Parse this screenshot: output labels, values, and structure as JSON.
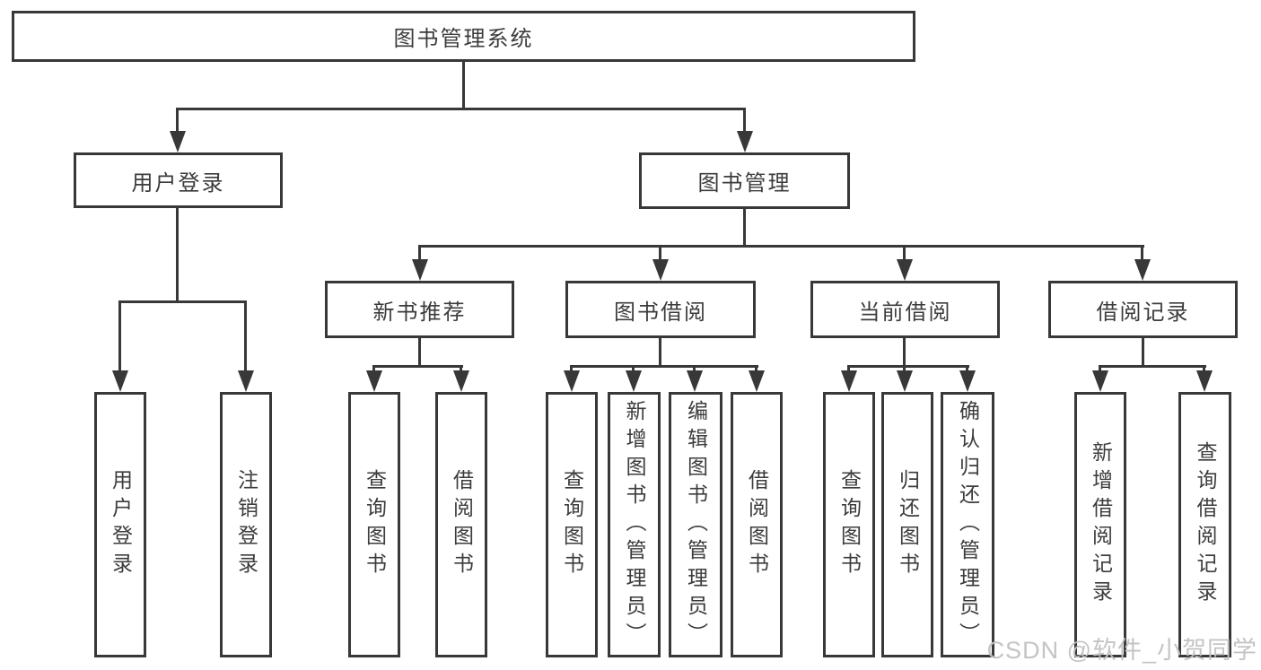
{
  "diagram": {
    "title": "图书管理系统",
    "tree": {
      "label": "图书管理系统",
      "children": [
        {
          "label": "用户登录",
          "children": [
            {
              "label": "用户登录"
            },
            {
              "label": "注销登录"
            }
          ]
        },
        {
          "label": "图书管理",
          "children": [
            {
              "label": "新书推荐",
              "children": [
                {
                  "label": "查询图书"
                },
                {
                  "label": "借阅图书"
                }
              ]
            },
            {
              "label": "图书借阅",
              "children": [
                {
                  "label": "查询图书"
                },
                {
                  "label": "新增图书（管理员）"
                },
                {
                  "label": "编辑图书（管理员）"
                },
                {
                  "label": "借阅图书"
                }
              ]
            },
            {
              "label": "当前借阅",
              "children": [
                {
                  "label": "查询图书"
                },
                {
                  "label": "归还图书"
                },
                {
                  "label": "确认归还（管理员）"
                }
              ]
            },
            {
              "label": "借阅记录",
              "children": [
                {
                  "label": "新增借阅记录"
                },
                {
                  "label": "查询借阅记录"
                }
              ]
            }
          ]
        }
      ]
    },
    "colors": {
      "line": "#383838",
      "text": "#3c3c3c",
      "background": "#ffffff",
      "watermark": "#c1c1c1"
    }
  },
  "watermark": {
    "text": "CSDN @软件_小贺同学"
  }
}
